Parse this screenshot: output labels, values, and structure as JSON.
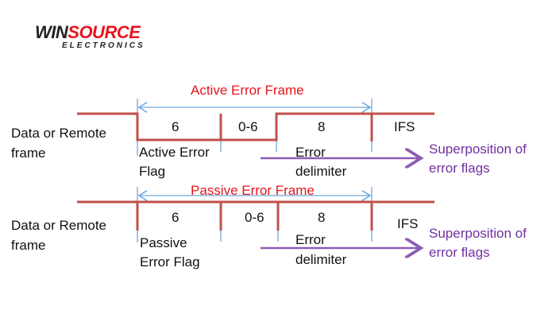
{
  "logo": {
    "win": "WIN",
    "source": "SOURCE",
    "sub": "ELECTRONICS"
  },
  "active": {
    "title": "Active Error Frame",
    "left_label": [
      "Data or Remote",
      "frame"
    ],
    "segments": [
      "6",
      "0-6",
      "8",
      "IFS"
    ],
    "flag_label": [
      "Active Error",
      "Flag"
    ],
    "delimiter_label": [
      "Error",
      "delimiter"
    ],
    "superposition": [
      "Superposition of",
      "error flags"
    ]
  },
  "passive": {
    "title": "Passive Error Frame",
    "left_label": [
      "Data or Remote",
      "frame"
    ],
    "segments": [
      "6",
      "0-6",
      "8",
      "IFS"
    ],
    "flag_label": [
      "Passive",
      "Error Flag"
    ],
    "delimiter_label": [
      "Error",
      "delimiter"
    ],
    "superposition": [
      "Superposition of",
      "error flags"
    ]
  },
  "colors": {
    "signal": "#c0392b",
    "dimension": "#6fa8dc",
    "title": "#e8141c",
    "arrow": "#8e5bb5"
  }
}
